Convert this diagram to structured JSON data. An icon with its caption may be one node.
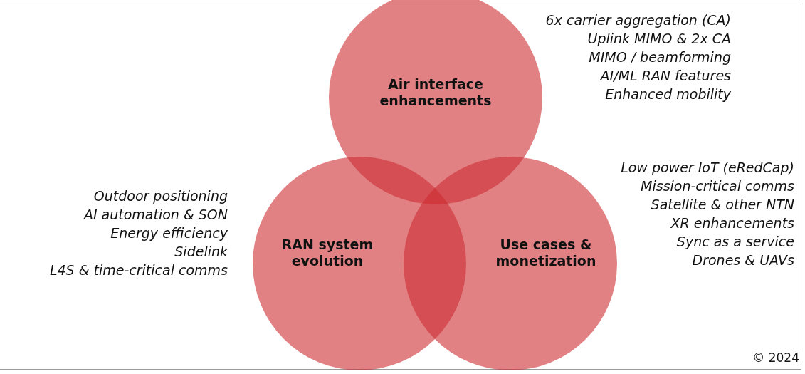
{
  "diagram": {
    "nodes": [
      {
        "text": [
          "Air interface enhancements"
        ],
        "beside": [
          "6x carrier aggregation (CA)",
          "Uplink MIMO & 2x CA",
          "MIMO / beamforming",
          "AI/ML RAN features",
          "Enhanced mobility"
        ]
      },
      {
        "text": [
          "RAN system evolution"
        ],
        "beside": [
          "Outdoor positioning",
          "AI automation & SON",
          "Energy efficiency",
          "Sidelink",
          "L4S & time-critical comms"
        ]
      },
      {
        "text": [
          "Use cases & monetization"
        ],
        "beside": [
          "Low power IoT (eRedCap)",
          "Mission-critical comms",
          "Satellite & other NTN",
          "XR enhancements",
          "Sync as a service",
          "Drones & UAVs"
        ]
      }
    ],
    "edges": [],
    "labels": [
      "© 2024"
    ]
  }
}
